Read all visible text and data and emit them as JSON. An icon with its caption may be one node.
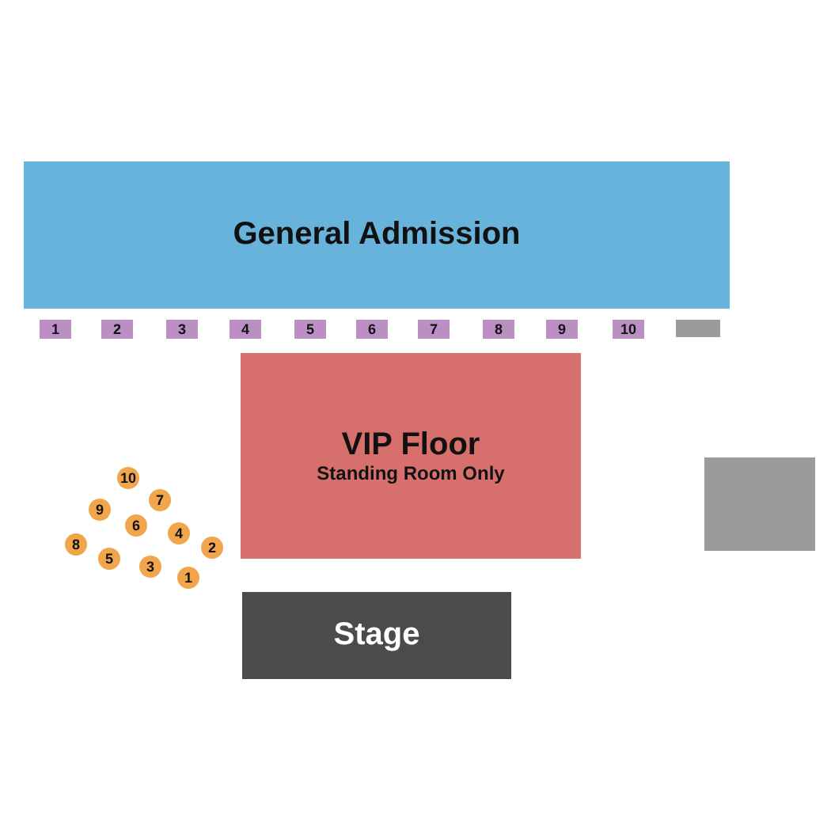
{
  "diagram": {
    "nodes": [
      {
        "text": [
          "General Admission"
        ]
      },
      {
        "text": [
          "1"
        ]
      },
      {
        "text": [
          "2"
        ]
      },
      {
        "text": [
          "3"
        ]
      },
      {
        "text": [
          "4"
        ]
      },
      {
        "text": [
          "5"
        ]
      },
      {
        "text": [
          "6"
        ]
      },
      {
        "text": [
          "7"
        ]
      },
      {
        "text": [
          "8"
        ]
      },
      {
        "text": [
          "9"
        ]
      },
      {
        "text": [
          "10"
        ]
      },
      {
        "text": [],
        "shape": "box"
      },
      {
        "text": [
          "VIP Floor",
          "Standing Room Only"
        ]
      },
      {
        "text": [
          "10"
        ]
      },
      {
        "text": [
          "7"
        ]
      },
      {
        "text": [
          "9"
        ]
      },
      {
        "text": [
          "6"
        ]
      },
      {
        "text": [
          "4"
        ]
      },
      {
        "text": [
          "2"
        ]
      },
      {
        "text": [
          "8"
        ]
      },
      {
        "text": [
          "5"
        ]
      },
      {
        "text": [
          "3"
        ]
      },
      {
        "text": [
          "1"
        ]
      },
      {
        "text": [
          "Stage"
        ]
      },
      {
        "text": [],
        "shape": "box"
      }
    ]
  }
}
